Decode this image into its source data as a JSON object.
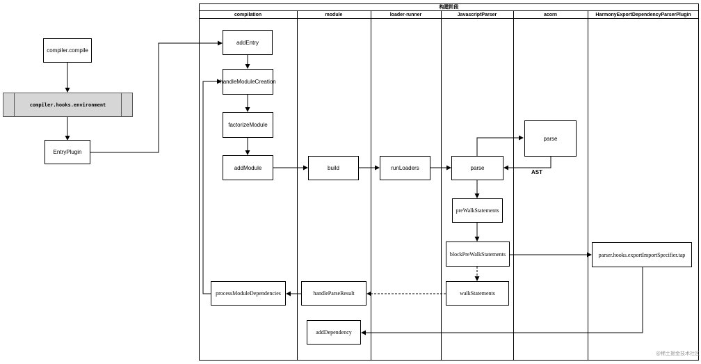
{
  "pool": {
    "title": "构建阶段"
  },
  "columns": [
    "compilation",
    "module",
    "loader-runner",
    "JavascriptParser",
    "acorn",
    "HarmonyExportDependencyParserPlugin"
  ],
  "nodes": {
    "compiler_compile": "compiler.compile",
    "hooks_environment": "compiler.hooks.environment",
    "entry_plugin": "EntryPlugin",
    "add_entry": "addEntry",
    "handle_module_creation": "handleModuleCreation",
    "factorize_module": "factorizeModule",
    "add_module": "addModule",
    "process_module_dependencies": "processModuleDependencies",
    "build": "build",
    "handle_parse_result": "handleParseResult",
    "add_dependency": "addDependency",
    "run_loaders": "runLoaders",
    "parse": "parse",
    "pre_walk": "preWalkStatements",
    "block_pre_walk": "blockPreWalkStatements",
    "walk": "walkStatements",
    "acorn_parse": "parse",
    "export_import_specifier": "parser.hooks.exportImportSpecifier.tap"
  },
  "edge_labels": {
    "ast": "AST"
  },
  "watermark": "@稀土掘金技术社区"
}
